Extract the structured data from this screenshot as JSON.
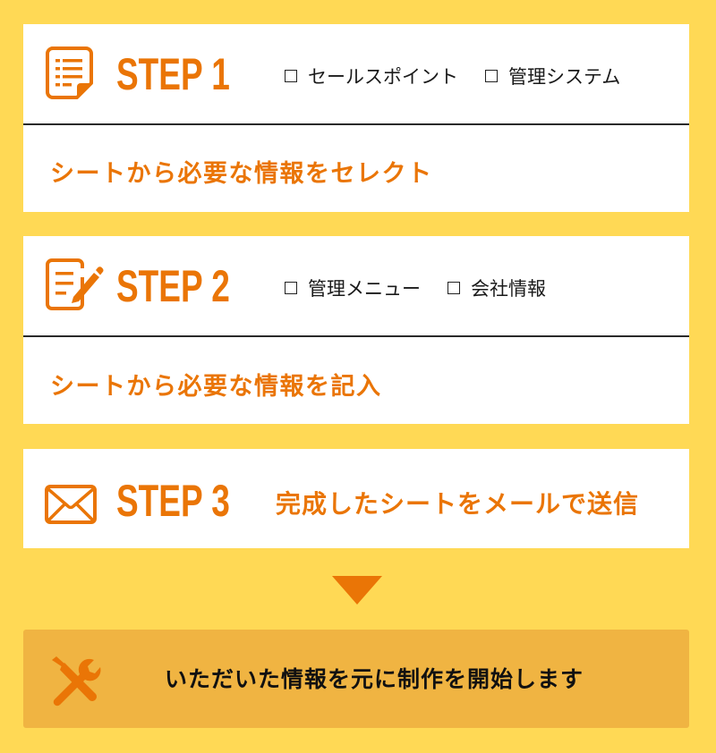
{
  "colors": {
    "background": "#FFD955",
    "accent": "#EA7506",
    "card": "#FFFFFF",
    "final_card": "#F0B442",
    "text_dark": "#111111"
  },
  "steps": [
    {
      "icon": "document-list-icon",
      "label": "STEP 1",
      "checklist": [
        "セールスポイント",
        "管理システム"
      ],
      "description": "シートから必要な情報をセレクト"
    },
    {
      "icon": "edit-document-icon",
      "label": "STEP 2",
      "checklist": [
        "管理メニュー",
        "会社情報"
      ],
      "description": "シートから必要な情報を記入"
    },
    {
      "icon": "envelope-icon",
      "label": "STEP 3",
      "description": "完成したシートをメールで送信"
    }
  ],
  "arrow": {
    "icon": "down-triangle-icon"
  },
  "final": {
    "icon": "tools-icon",
    "text": "いただいた情報を元に制作を開始します"
  }
}
